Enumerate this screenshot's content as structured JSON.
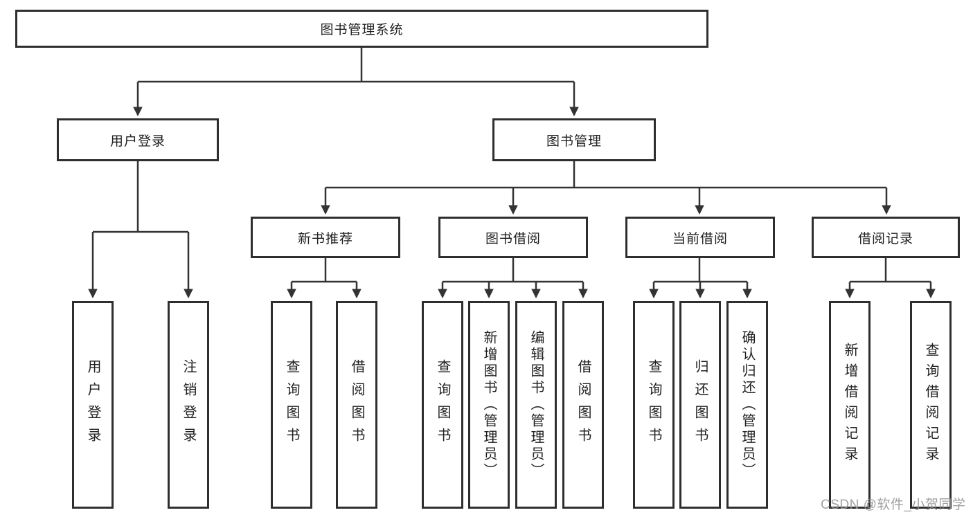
{
  "diagram_type": "hierarchy-tree",
  "tree": {
    "label": "图书管理系统",
    "children": [
      {
        "label": "用户登录",
        "children": [
          {
            "label": "用户登录"
          },
          {
            "label": "注销登录"
          }
        ]
      },
      {
        "label": "图书管理",
        "children": [
          {
            "label": "新书推荐",
            "children": [
              {
                "label": "查询图书"
              },
              {
                "label": "借阅图书"
              }
            ]
          },
          {
            "label": "图书借阅",
            "children": [
              {
                "label": "查询图书"
              },
              {
                "label": "新增图书（管理员）"
              },
              {
                "label": "编辑图书（管理员）"
              },
              {
                "label": "借阅图书"
              }
            ]
          },
          {
            "label": "当前借阅",
            "children": [
              {
                "label": "查询图书"
              },
              {
                "label": "归还图书"
              },
              {
                "label": "确认归还（管理员）"
              }
            ]
          },
          {
            "label": "借阅记录",
            "children": [
              {
                "label": "新增借阅记录"
              },
              {
                "label": "查询借阅记录"
              }
            ]
          }
        ]
      }
    ]
  },
  "watermark": {
    "text": "CSDN @软件_小贺同学"
  },
  "colors": {
    "line": "#333333",
    "box_border": "#2e2e2e",
    "text": "#1f1f1f",
    "watermark": "#969696",
    "background": "#ffffff"
  }
}
